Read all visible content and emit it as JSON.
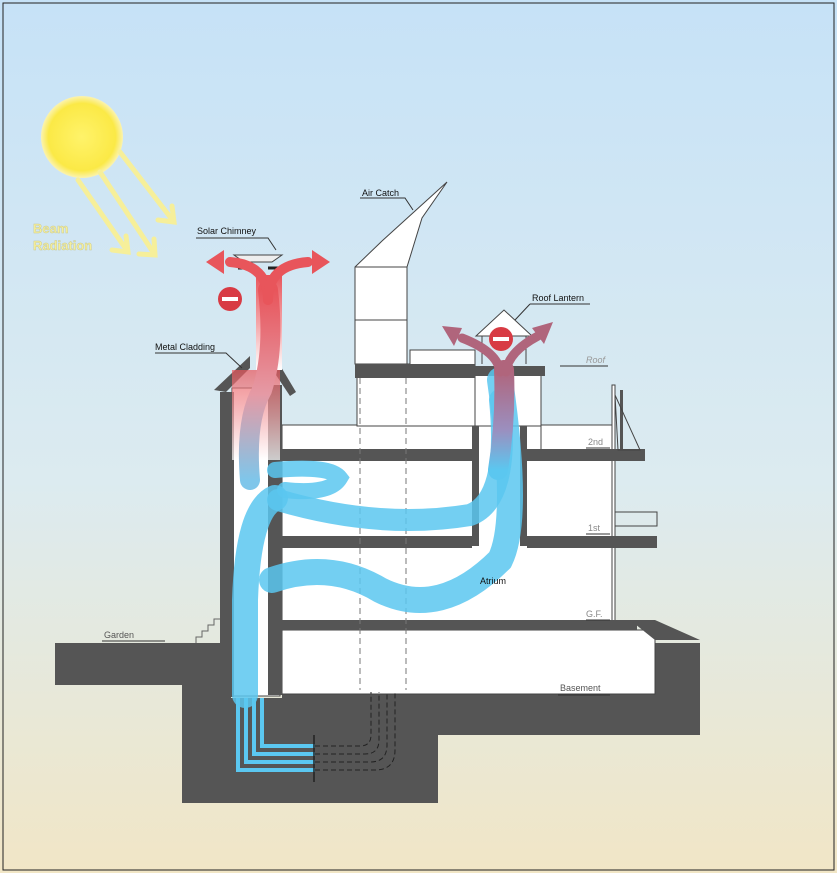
{
  "labels": {
    "beam_line1": "Beam",
    "beam_line2": "Radiation",
    "solar_chimney": "Solar Chimney",
    "air_catch": "Air Catch",
    "roof_lantern": "Roof Lantern",
    "roof": "Roof",
    "metal_cladding": "Metal Cladding",
    "second": "2nd",
    "first": "1st",
    "atrium": "Atrium",
    "ground_floor": "G.F.",
    "garden": "Garden",
    "basement": "Basement",
    "minus_symbol": "−"
  },
  "colors": {
    "sky_top": "#c6e2f7",
    "sky_bottom": "#f1e6c6",
    "sun": "#fff060",
    "sun_halo": "#fbf3a0",
    "warm_air": "#e8555b",
    "cool_air": "#5bc7f0",
    "structure": "#555555",
    "wall": "#ffffff"
  }
}
